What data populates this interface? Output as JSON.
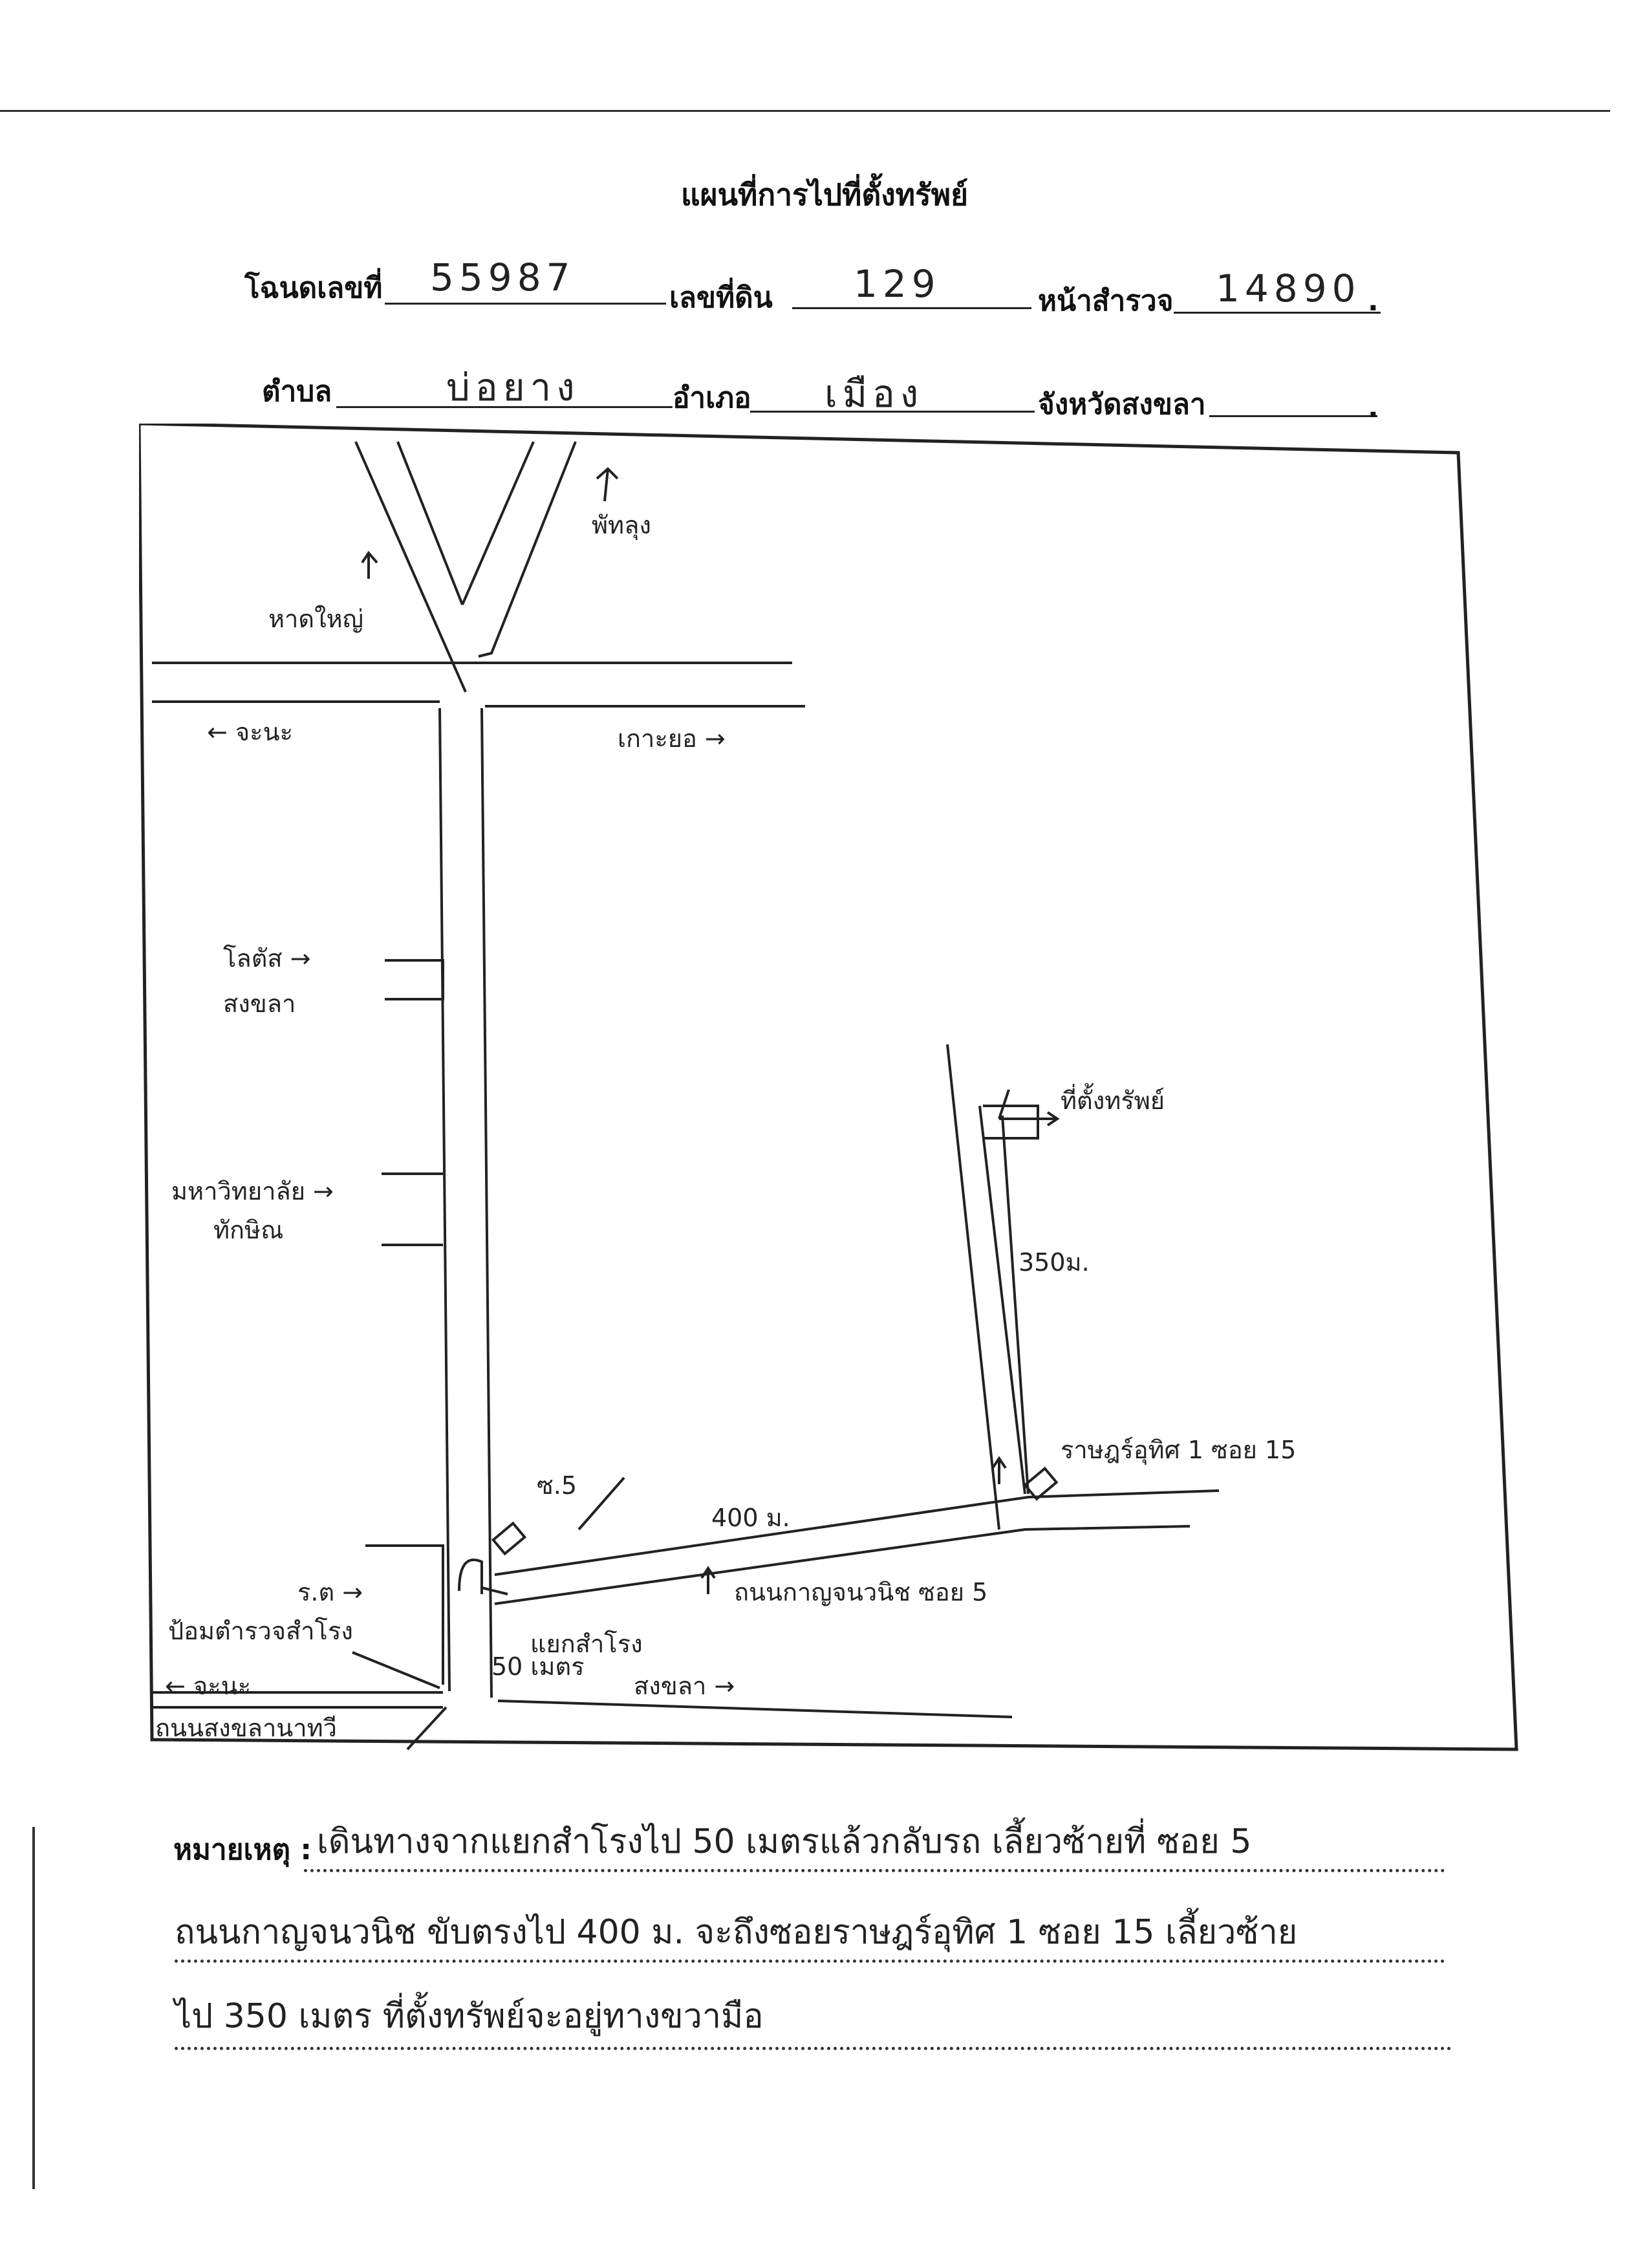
{
  "header": {
    "title": "แผนที่การไปที่ตั้งทรัพย์",
    "deed_label": "โฉนดเลขที่",
    "deed_value": "55987",
    "land_no_label": "เลขที่ดิน",
    "land_no_value": "129",
    "survey_page_label": "หน้าสำรวจ",
    "survey_page_value": "14890",
    "tambon_label": "ตำบล",
    "tambon_value": "บ่อยาง",
    "amphoe_label": "อำเภอ",
    "amphoe_value": "เมือง",
    "province_label": "จังหวัดสงขลา"
  },
  "map": {
    "labels": {
      "phatthalung": "พัทลุง",
      "hat_yai": "หาดใหญ่",
      "chana_top": "← จะนะ",
      "koh_yo": "เกาะยอ →",
      "lotus": "โลตัส\nสงขลา",
      "university": "มหาวิทยาลัย\nทักษิณ",
      "property": "ที่ตั้งทรัพย์",
      "dist_350": "350ม.",
      "ratchaburi_soi": "ราษฎร์อุทิศ 1 ซอย 15",
      "soi5_sign": "ซ.5",
      "dist_400": "400 ม.",
      "road_soi5": "ถนนกาญจนวนิช ซอย 5",
      "rp": "ร.ต",
      "garage": "ป้อมตำรวจสำโรง",
      "samrong": "แยกสำโรง",
      "meters": "50 เมตร",
      "chana_bottom": "← จะนะ",
      "songkhla": "สงขลา →",
      "main_road": "ถนนสงขลานาทวี"
    }
  },
  "notes": {
    "label": "หมายเหตุ :",
    "lines": [
      "เดินทางจากแยกสำโรงไป 50 เมตรแล้วกลับรถ เลี้ยวซ้ายที่ ซอย 5",
      "ถนนกาญจนวนิช ขับตรงไป 400 ม. จะถึงซอยราษฎร์อุทิศ 1 ซอย 15 เลี้ยวซ้าย",
      "ไป 350 เมตร ที่ตั้งทรัพย์จะอยู่ทางขวามือ"
    ]
  }
}
